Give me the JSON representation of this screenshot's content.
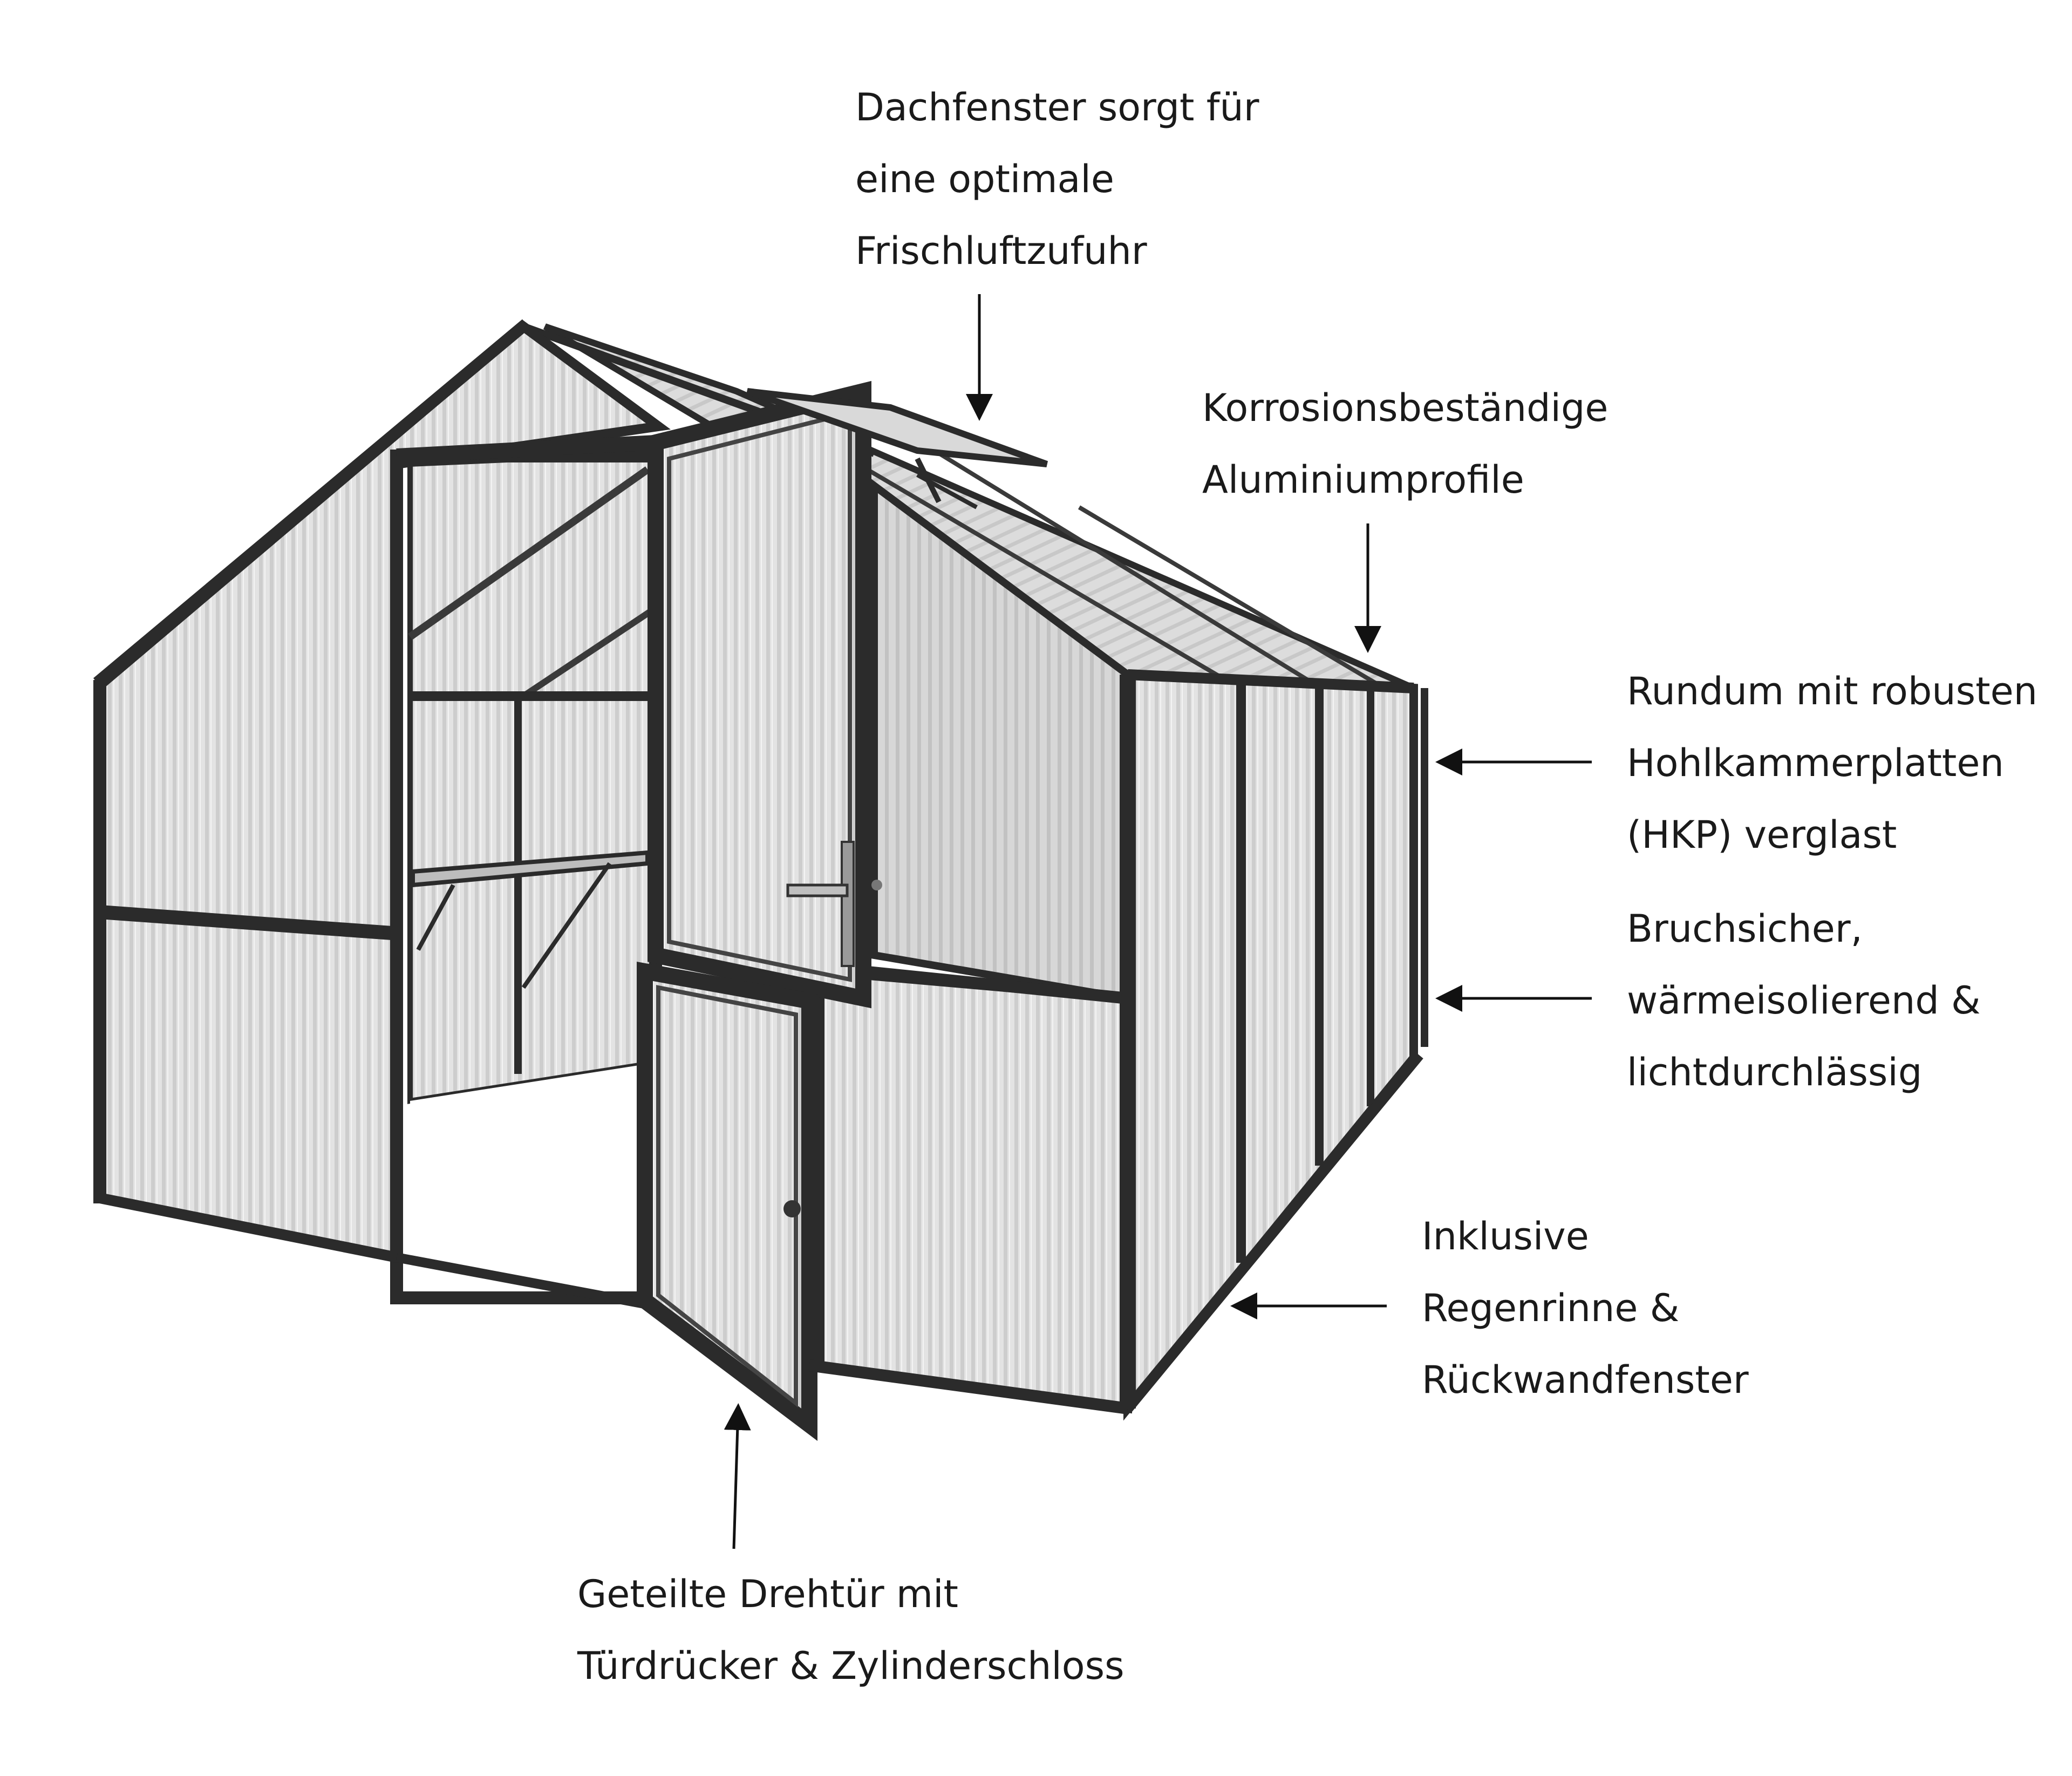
{
  "callouts": {
    "roof_window": {
      "lines": [
        "Dachfenster sorgt für",
        "eine optimale",
        "Frischluftzufuhr"
      ],
      "icon": "arrow-down-icon"
    },
    "aluminium_profiles": {
      "lines": [
        "Korrosionsbeständige",
        "Aluminiumprofile"
      ],
      "icon": "arrow-down-icon"
    },
    "hkp_panels": {
      "lines": [
        "Rundum mit robusten",
        "Hohlkammerplatten",
        "(HKP) verglast"
      ],
      "icon": "arrow-left-icon"
    },
    "panel_properties": {
      "lines": [
        "Bruchsicher,",
        "wärmeisolierend &",
        "lichtdurchlässig"
      ],
      "icon": "arrow-left-icon"
    },
    "gutter_window": {
      "lines": [
        "Inklusive",
        "Regenrinne &",
        "Rückwandfenster"
      ],
      "icon": "arrow-left-icon"
    },
    "split_door": {
      "lines": [
        "Geteilte Drehtür mit",
        "Türdrücker & Zylinderschloss"
      ],
      "icon": "arrow-up-icon"
    }
  },
  "colors": {
    "frame": "#2b2b2b",
    "panel": "#e2e2e2",
    "panel_ribs": "#cfcfcf",
    "text": "#1a1a1a",
    "background": "#ffffff"
  }
}
